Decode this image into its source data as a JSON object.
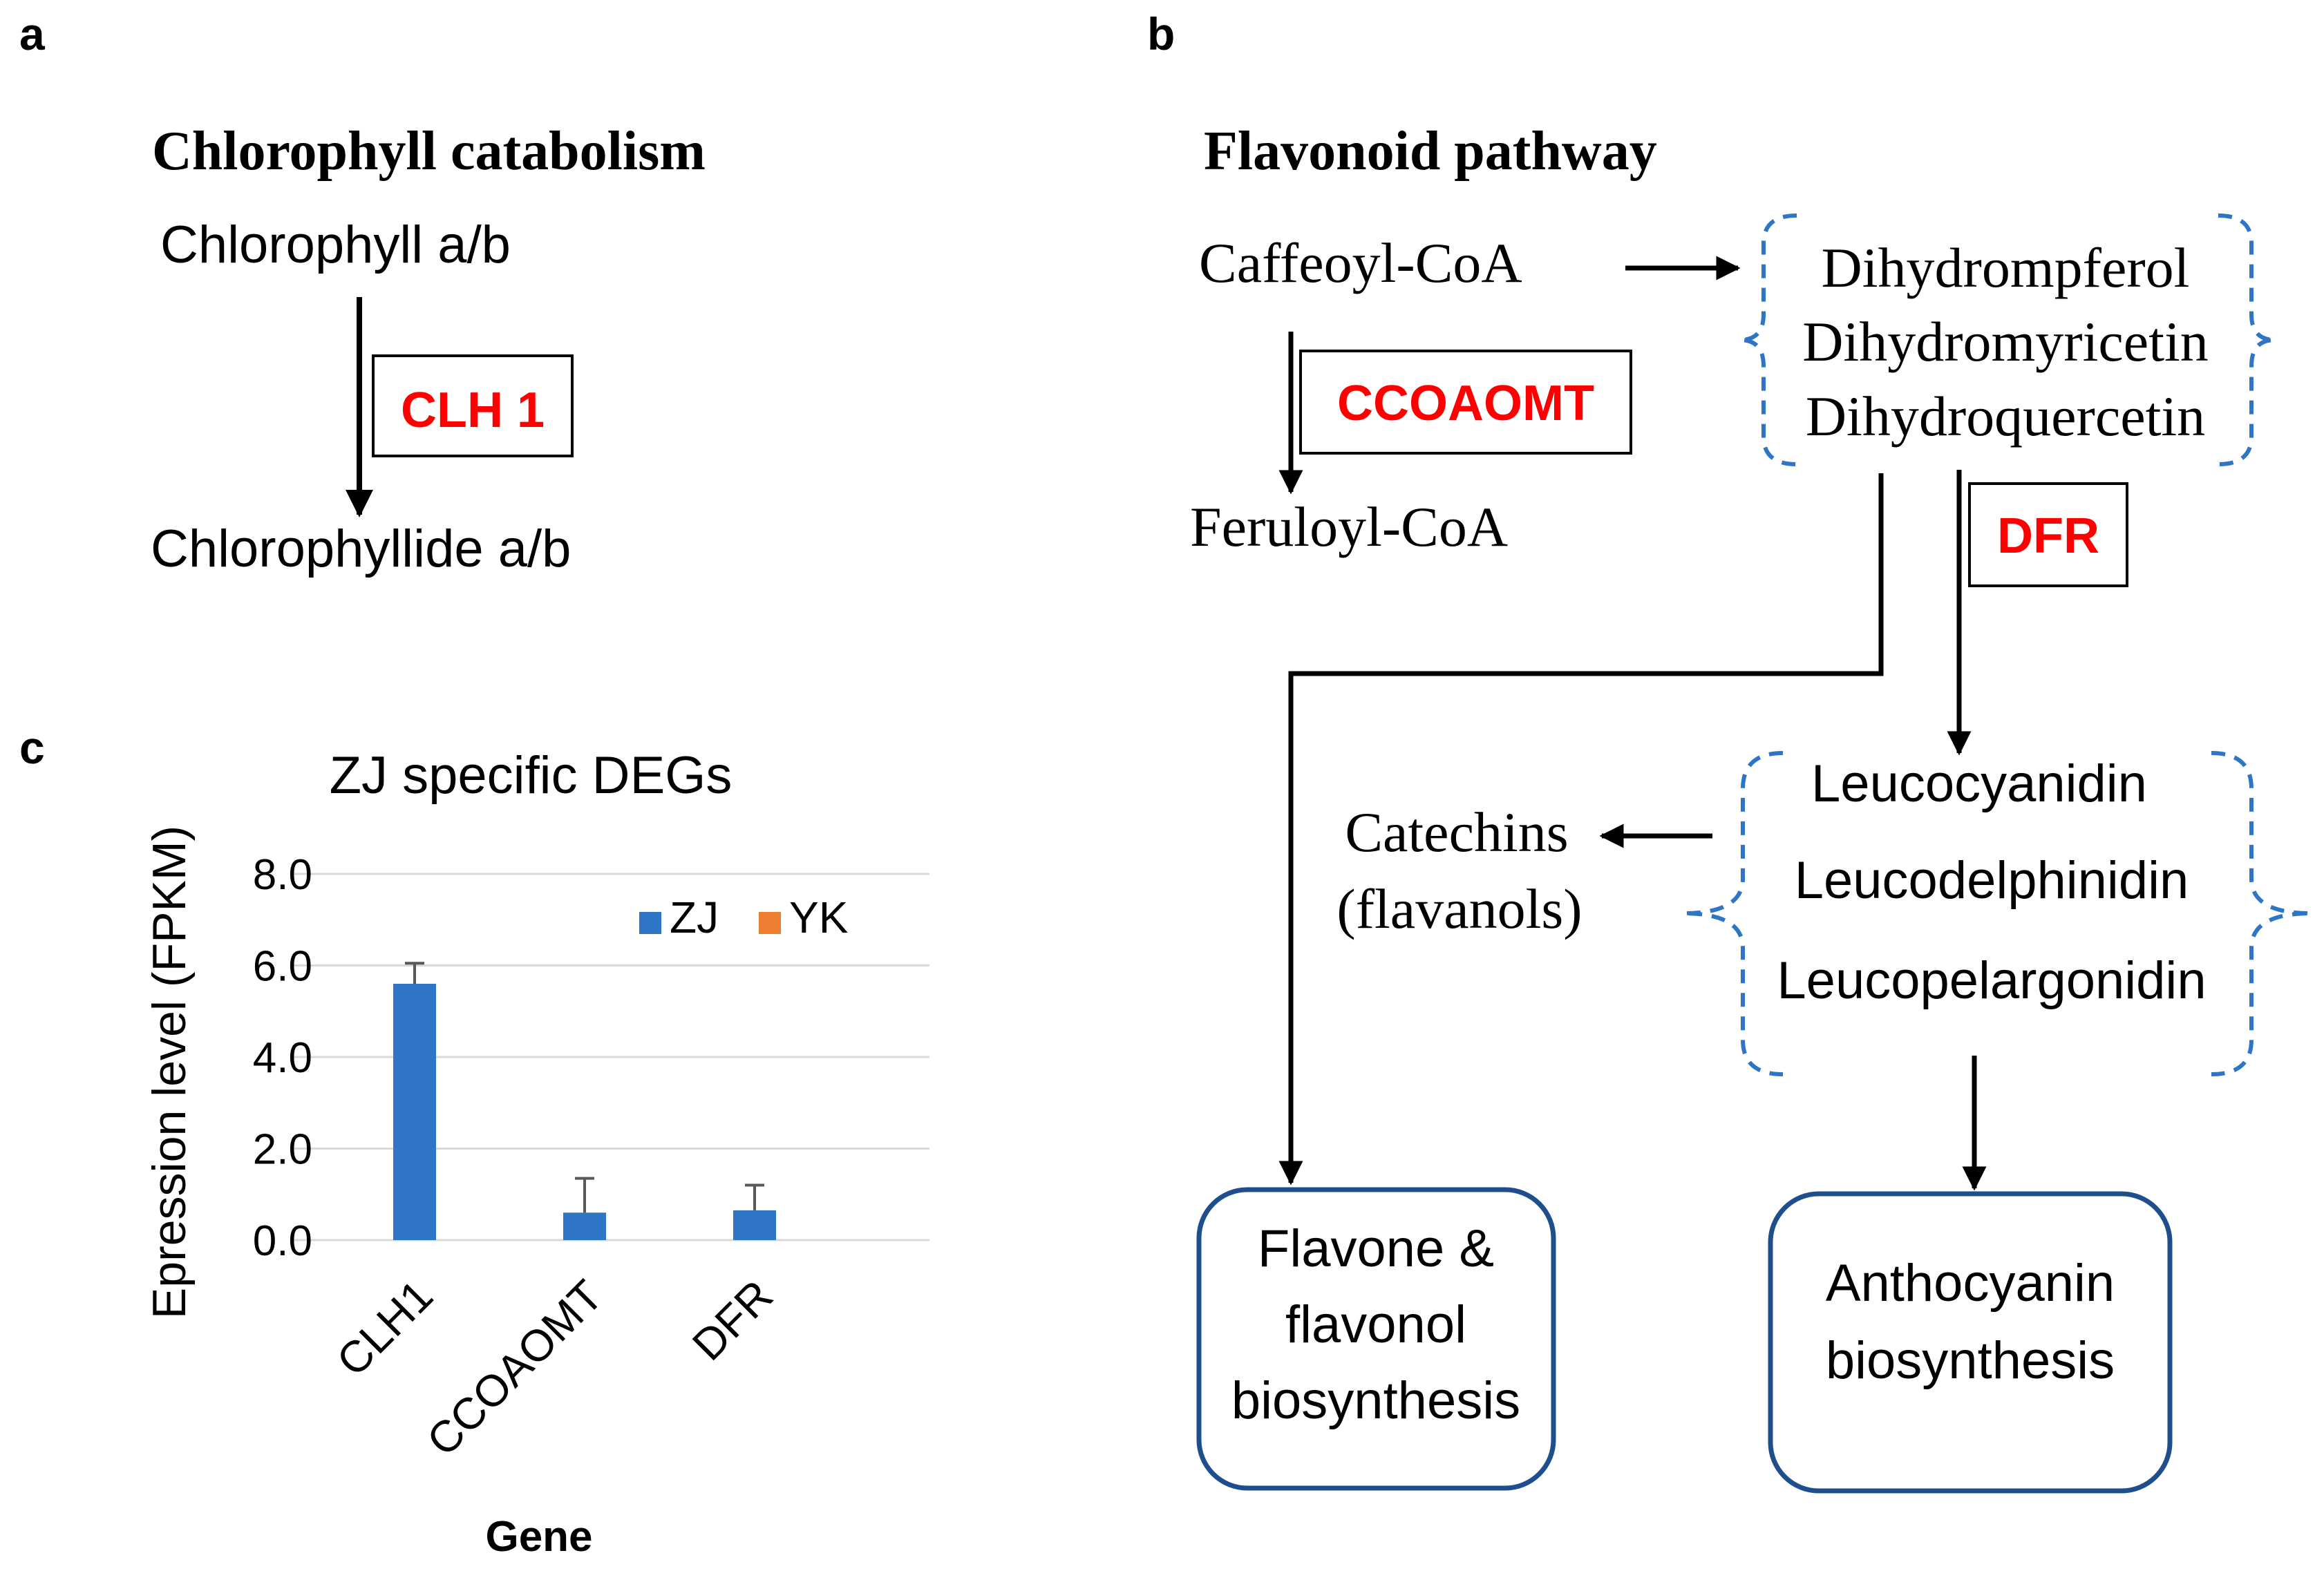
{
  "panels": {
    "a": {
      "letter": "a",
      "title": "Chlorophyll catabolism",
      "substrate": "Chlorophyll a/b",
      "enzyme": "CLH 1",
      "product": "Chlorophyllide a/b"
    },
    "b": {
      "letter": "b",
      "title": "Flavonoid pathway",
      "caffeoyl": "Caffeoyl-CoA",
      "enzyme_ccoaomt": "CCOAOMT",
      "feruloyl": "Feruloyl-CoA",
      "dihydro": [
        "Dihydrompferol",
        "Dihydromyricetin",
        "Dihydroquercetin"
      ],
      "enzyme_dfr": "DFR",
      "leuco": [
        "Leucocyanidin",
        "Leucodelphinidin",
        "Leucopelargonidin"
      ],
      "catechins": [
        "Catechins",
        "(flavanols)"
      ],
      "flavone_box": [
        "Flavone &",
        "flavonol",
        "biosynthesis"
      ],
      "anthocyanin_box": [
        "Anthocyanin",
        "biosynthesis"
      ]
    },
    "c": {
      "letter": "c"
    }
  },
  "colors": {
    "enzyme_red": "#ff0000",
    "bracket_blue": "#2e75c6",
    "box_blue": "#1f4e8c",
    "zj_blue": "#2e75c6",
    "yk_orange": "#ed7d31",
    "gridline": "#d9d9d9"
  },
  "chart_data": {
    "type": "bar",
    "title": "ZJ specific DEGs",
    "xlabel": "Gene",
    "ylabel": "Epression level (FPKM)",
    "categories": [
      "CLH1",
      "CCOAOMT",
      "DFR"
    ],
    "series": [
      {
        "name": "ZJ",
        "color": "#2e75c6",
        "values": [
          5.6,
          0.6,
          0.65
        ],
        "errors": [
          0.45,
          0.75,
          0.55
        ]
      },
      {
        "name": "YK",
        "color": "#ed7d31",
        "values": [
          0,
          0,
          0
        ],
        "errors": [
          0,
          0,
          0
        ]
      }
    ],
    "yticks": [
      "0.0",
      "2.0",
      "4.0",
      "6.0",
      "8.0"
    ],
    "ylim": [
      0,
      8
    ],
    "grid": true,
    "legend_position": "top-right"
  }
}
